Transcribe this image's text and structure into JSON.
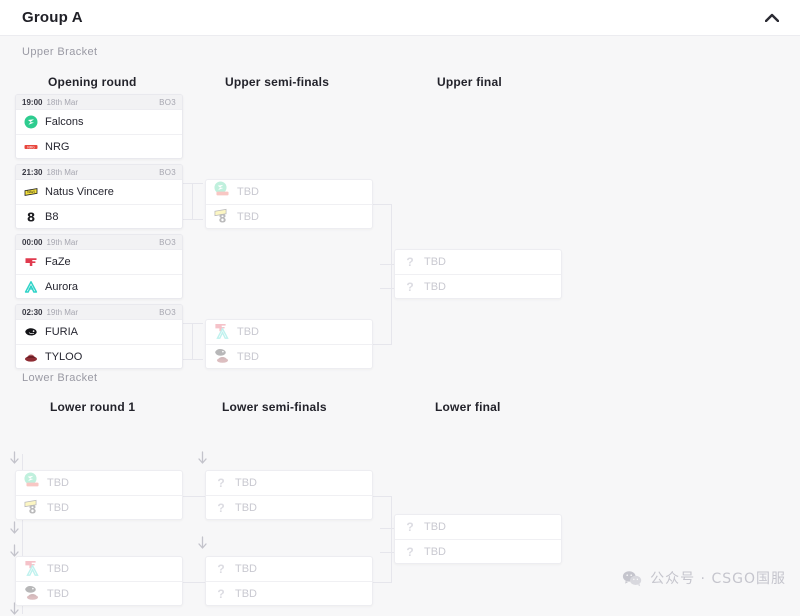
{
  "header": {
    "title": "Group A",
    "collapse_icon": "chevron-up-icon"
  },
  "brackets": {
    "upper_label": "Upper Bracket",
    "lower_label": "Lower Bracket",
    "rounds": {
      "opening": "Opening round",
      "upper_semis": "Upper semi-finals",
      "upper_final": "Upper final",
      "lower_round_1": "Lower round 1",
      "lower_semis": "Lower semi-finals",
      "lower_final": "Lower final"
    }
  },
  "tbd_label": "TBD",
  "matches": {
    "opening": [
      {
        "time": "19:00",
        "date": "18th Mar",
        "format": "BO3",
        "teams": [
          {
            "name": "Falcons",
            "logo": "falcons-logo",
            "color": "#2ecc8f"
          },
          {
            "name": "NRG",
            "logo": "nrg-logo",
            "color": "#e8453c"
          }
        ]
      },
      {
        "time": "21:30",
        "date": "18th Mar",
        "format": "BO3",
        "teams": [
          {
            "name": "Natus Vincere",
            "logo": "navi-logo",
            "color": "#f3e03b"
          },
          {
            "name": "B8",
            "logo": "b8-logo",
            "color": "#1c1c20"
          }
        ]
      },
      {
        "time": "00:00",
        "date": "19th Mar",
        "format": "BO3",
        "teams": [
          {
            "name": "FaZe",
            "logo": "faze-logo",
            "color": "#e03a4e"
          },
          {
            "name": "Aurora",
            "logo": "aurora-logo",
            "color": "#2fd3c8"
          }
        ]
      },
      {
        "time": "02:30",
        "date": "19th Mar",
        "format": "BO3",
        "teams": [
          {
            "name": "FURIA",
            "logo": "furia-logo",
            "color": "#141418"
          },
          {
            "name": "TYLOO",
            "logo": "tyloo-logo",
            "color": "#8e2c33"
          }
        ]
      }
    ],
    "upper_semis": [
      {
        "teams": [
          {
            "name": "TBD",
            "ghost": [
              "falcons-logo",
              "nrg-logo"
            ]
          },
          {
            "name": "TBD",
            "ghost": [
              "navi-logo",
              "b8-logo"
            ]
          }
        ]
      },
      {
        "teams": [
          {
            "name": "TBD",
            "ghost": [
              "faze-logo",
              "aurora-logo"
            ]
          },
          {
            "name": "TBD",
            "ghost": [
              "furia-logo",
              "tyloo-logo"
            ]
          }
        ]
      }
    ],
    "upper_final": [
      {
        "teams": [
          {
            "name": "TBD",
            "logo": "question-icon"
          },
          {
            "name": "TBD",
            "logo": "question-icon"
          }
        ]
      }
    ],
    "lower_round_1": [
      {
        "teams": [
          {
            "name": "TBD",
            "ghost": [
              "falcons-logo",
              "nrg-logo"
            ]
          },
          {
            "name": "TBD",
            "ghost": [
              "navi-logo",
              "b8-logo"
            ]
          }
        ]
      },
      {
        "teams": [
          {
            "name": "TBD",
            "ghost": [
              "faze-logo",
              "aurora-logo"
            ]
          },
          {
            "name": "TBD",
            "ghost": [
              "furia-logo",
              "tyloo-logo"
            ]
          }
        ]
      }
    ],
    "lower_semis": [
      {
        "teams": [
          {
            "name": "TBD",
            "logo": "question-icon"
          },
          {
            "name": "TBD",
            "logo": "question-icon"
          }
        ]
      },
      {
        "teams": [
          {
            "name": "TBD",
            "logo": "question-icon"
          },
          {
            "name": "TBD",
            "logo": "question-icon"
          }
        ]
      }
    ],
    "lower_final": [
      {
        "teams": [
          {
            "name": "TBD",
            "logo": "question-icon"
          },
          {
            "name": "TBD",
            "logo": "question-icon"
          }
        ]
      }
    ]
  },
  "watermark": {
    "text": "公众号 · CSGO国服",
    "icon": "wechat-icon"
  },
  "colors": {
    "card_bg": "#ffffff",
    "page_bg": "#f7f7f8",
    "line": "#e6e6ec",
    "tbd_text": "#c9c9d1"
  }
}
